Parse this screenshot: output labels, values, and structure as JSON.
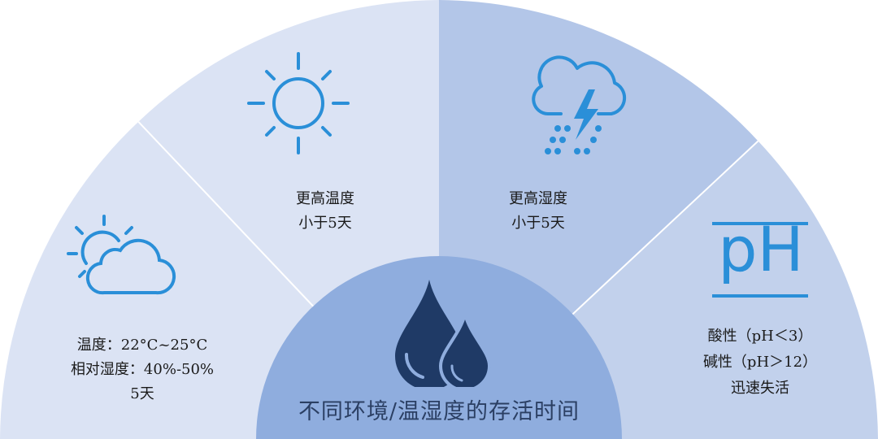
{
  "segments": [
    {
      "id": "normal",
      "icon": "sun-behind-cloud-icon",
      "lines": [
        "温度：22°C~25°C",
        "相对湿度：40%-50%",
        "5天"
      ]
    },
    {
      "id": "high-temp",
      "icon": "sun-icon",
      "lines": [
        "更高温度",
        "小于5天"
      ]
    },
    {
      "id": "high-humidity",
      "icon": "storm-cloud-rain-icon",
      "lines": [
        "更高湿度",
        "小于5天"
      ]
    },
    {
      "id": "ph",
      "icon": "ph-icon",
      "icon_text": "pH",
      "lines": [
        "酸性（pH＜3）",
        "碱性（pH＞12）",
        "迅速失活"
      ]
    }
  ],
  "center": {
    "icon": "water-drops-icon",
    "title": "不同环境/温湿度的存活时间"
  },
  "colors": {
    "segment_light": "#dbe3f4",
    "segment_mid": "#c2d1ec",
    "segment_dark": "#b3c6e8",
    "center_disc": "#8fadde",
    "icon_blue": "#2a8fd8",
    "drop_navy": "#1f3a66",
    "title_text": "#2b3f63"
  }
}
